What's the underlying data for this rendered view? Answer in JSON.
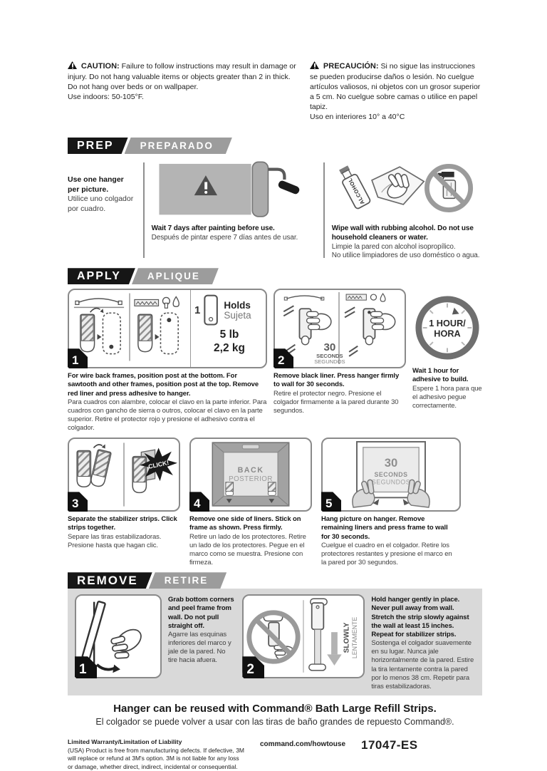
{
  "caution": {
    "en_label": "CAUTION:",
    "en_text": "Failure to follow instructions may result in damage or injury. Do not hang valuable items or objects greater than 2 in thick. Do not hang over beds or on wallpaper.",
    "en_line2": "Use indoors: 50-105°F.",
    "es_label": "PRECAUCIÓN:",
    "es_text": "Si no sigue las instrucciones se pueden producirse daños o lesión. No cuelgue artículos valiosos, ni objetos con un grosor superior a 5 cm. No cuelgue sobre camas o utilice en papel tapiz.",
    "es_line2": "Uso en interiores 10° a 40°C"
  },
  "prep": {
    "title_en": "PREP",
    "title_es": "PREPARADO",
    "hanger_note_en": "Use one hanger per picture.",
    "hanger_note_es": "Utilice uno colgador por cuadro.",
    "paint_en": "Wait 7 days after painting before use.",
    "paint_es": "Después de pintar espere 7 días antes de usar.",
    "wipe_en": "Wipe wall with rubbing alcohol. Do not use household cleaners or water.",
    "wipe_es1": "Limpie la pared con alcohol isopropílico.",
    "wipe_es2": "No utilice limpiadores de uso doméstico o agua.",
    "alcohol_label": "ALCOHOL"
  },
  "apply": {
    "title_en": "APPLY",
    "title_es": "APLIQUE",
    "holds_qty": "1",
    "holds_en": "Holds",
    "holds_es": "Sujeta",
    "holds_lb": "5 lb",
    "holds_kg": "2,2 kg",
    "sec30_num": "30",
    "sec30_en": "SECONDS",
    "sec30_es": "SEGUNDOS",
    "clock_line1": "1 HOUR/",
    "clock_line2": "HORA",
    "click_label": "CLICK!",
    "back_en": "BACK",
    "back_es": "POSTERIOR",
    "step1_num": "1",
    "step1_en": "For wire back frames, position post at the bottom. For sawtooth and other frames, position post at the top. Remove red liner and press adhesive to hanger.",
    "step1_es": "Para cuadros con alambre, colocar el clavo en la parte inferior. Para cuadros con gancho de sierra o outros, colocar el clavo en la parte superior. Retire el protector rojo y presione el adhesivo contra el colgador.",
    "step2_num": "2",
    "step2_en": "Remove black liner. Press hanger firmly to wall for 30 seconds.",
    "step2_es": "Retire el protector negro. Presione el colgador firmamente a la pared durante 30 segundos.",
    "wait_en": "Wait 1 hour for adhesive to build.",
    "wait_es": "Espere 1 hora para que el adhesivo pegue correctamente.",
    "step3_num": "3",
    "step3_en": "Separate the stabilizer strips. Click strips together.",
    "step3_es": "Separe las tiras estabilizadoras. Presione hasta que hagan clic.",
    "step4_num": "4",
    "step4_en": "Remove one side of liners. Stick on frame as shown. Press firmly.",
    "step4_es": "Retire un lado de los protectores. Retire un lado de los protectores. Pegue en el marco como se muestra. Presione con firmeza.",
    "step5_num": "5",
    "step5_en": "Hang picture on hanger. Remove remaining liners and press frame to wall for 30 seconds.",
    "step5_es": "Cuelgue el cuadro en el colgador. Retire los protectores restantes y presione el marco en la pared por 30 segundos."
  },
  "remove": {
    "title_en": "REMOVE",
    "title_es": "RETIRE",
    "step1_num": "1",
    "step1_en": "Grab bottom corners and peel frame from wall. Do not pull straight off.",
    "step1_es": "Agarre las esquinas inferiores del marco y jale de la pared. No tire hacia afuera.",
    "step2_num": "2",
    "step2_en": "Hold hanger gently in place. Never pull away from wall. Stretch the strip slowly against the wall at least 15 inches. Repeat for stabilizer strips.",
    "step2_es": "Sostenga el colgador suavemente en su lugar. Nunca jale horizontalmente de la pared. Estire la tira lentamente contra la pared por lo menos 38 cm. Repetir para tiras estabilizadoras.",
    "slowly_en": "SLOWLY",
    "slowly_es": "LENTAMENTE"
  },
  "footer": {
    "reuse_en": "Hanger can be reused with Command® Bath Large Refill Strips.",
    "reuse_es": "El colgador se puede volver a usar con las tiras de baño grandes de repuesto Command®.",
    "warranty_title": "Limited Warranty/Limitation of Liability",
    "warranty_text": "(USA) Product is free from manufacturing defects. If defective, 3M will replace or refund at 3M's option. 3M is not liable for any loss or damage, whether direct, indirect, incidental or consequential.",
    "url": "command.com/howtouse",
    "sku": "17047-ES"
  },
  "colors": {
    "header_black": "#161616",
    "header_gray": "#9c9c9c",
    "panel_gray": "#d9d9d9"
  }
}
